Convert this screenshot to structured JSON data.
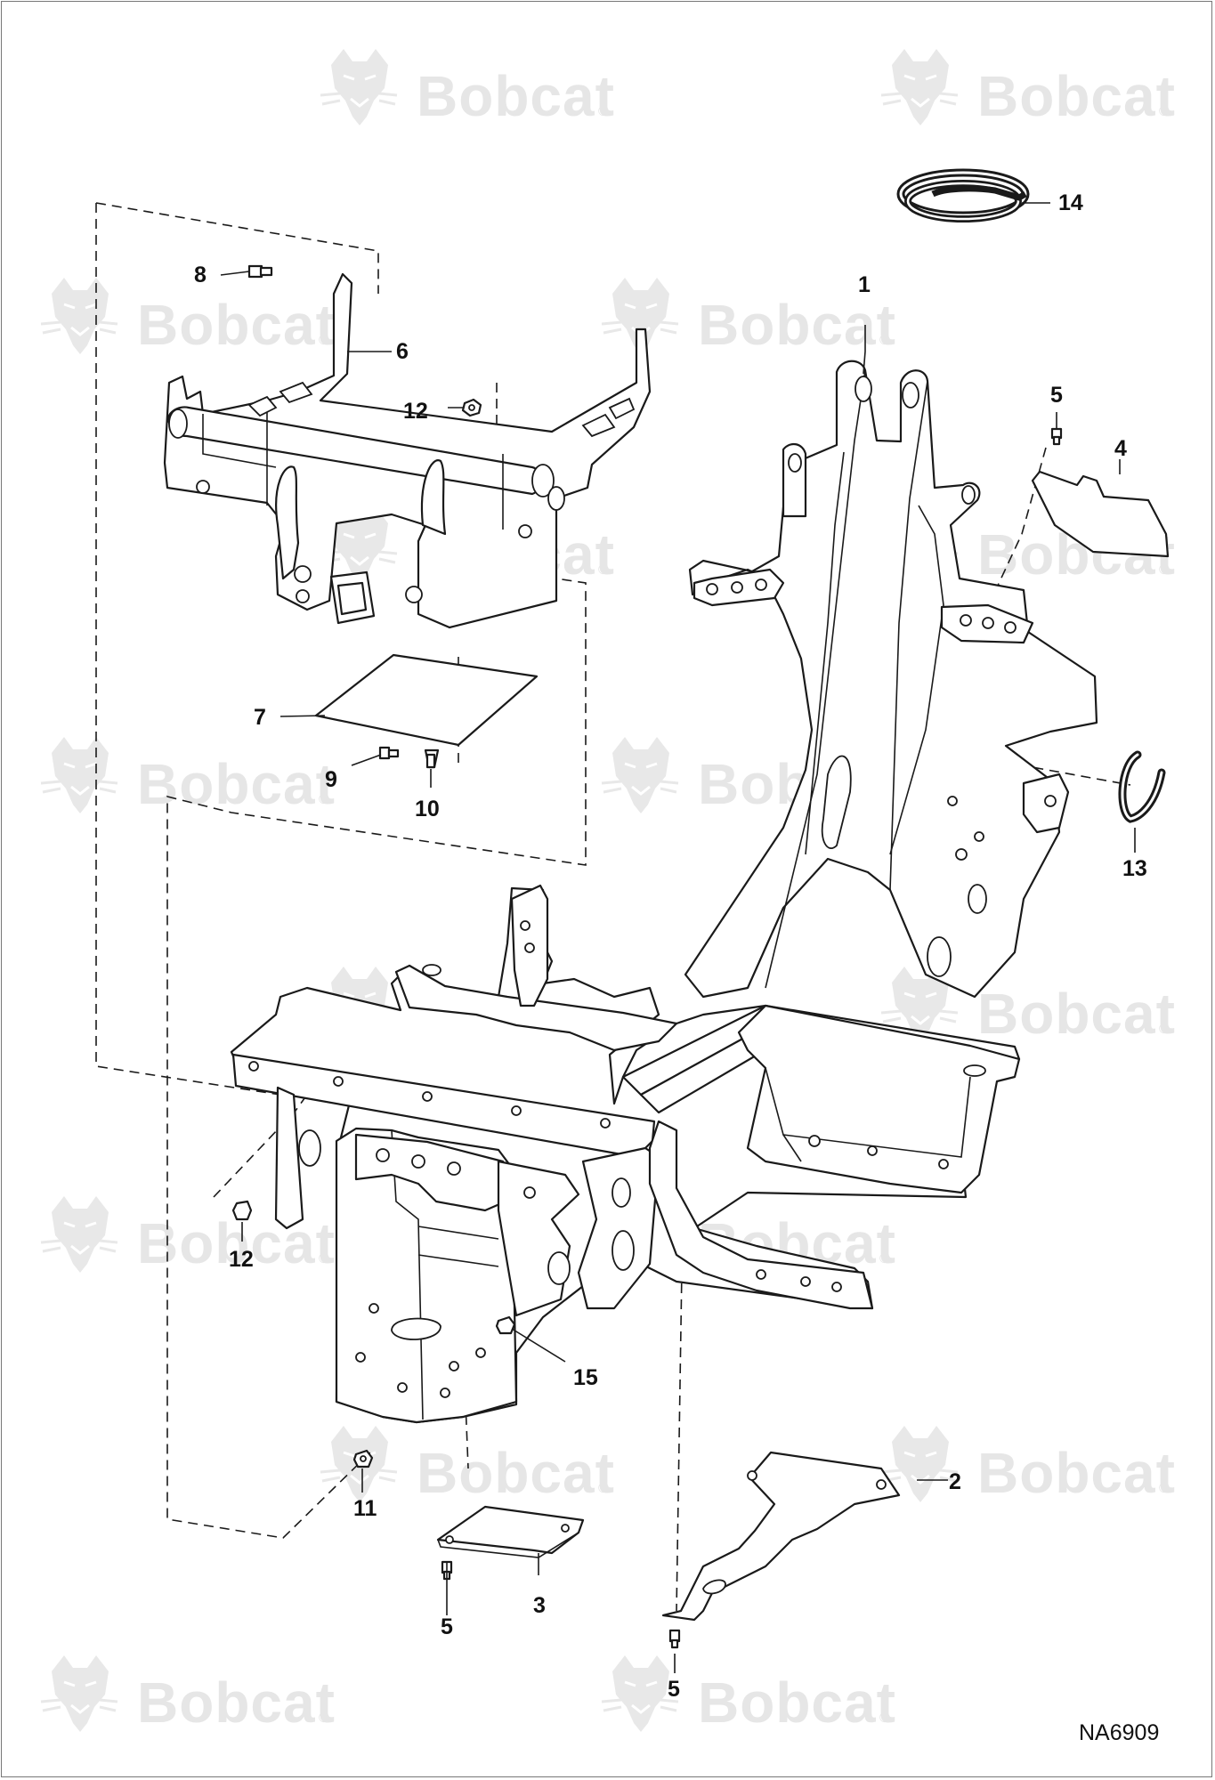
{
  "watermark": {
    "brand": "Bobcat",
    "registered_mark": "®"
  },
  "figure_id": "NA6909",
  "callouts": {
    "c1": "1",
    "c2": "2",
    "c3": "3",
    "c4": "4",
    "c5a": "5",
    "c5b": "5",
    "c5c": "5",
    "c6": "6",
    "c7": "7",
    "c8": "8",
    "c9": "9",
    "c10": "10",
    "c11": "11",
    "c12a": "12",
    "c12b": "12",
    "c13": "13",
    "c14": "14",
    "c15": "15"
  }
}
